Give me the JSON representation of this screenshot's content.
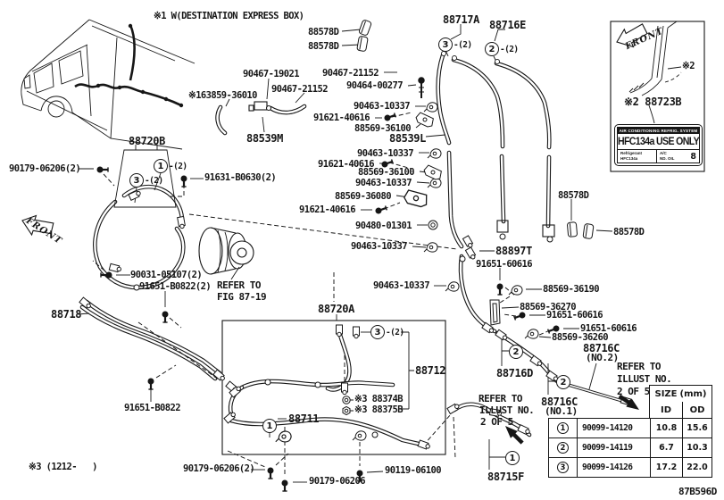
{
  "title": "※1 W(DESTINATION EXPRESS BOX)",
  "front_label": "FRONT",
  "diagram_code": "87B596D",
  "part_labels": [
    {
      "text": "※1 W(DESTINATION EXPRESS BOX)"
    },
    {
      "text": "88578D"
    },
    {
      "text": "88578D"
    },
    {
      "text": "88717A"
    },
    {
      "text": "88716E"
    },
    {
      "text": "90467-19021"
    },
    {
      "text": "90467-21152"
    },
    {
      "text": "※163859-36010"
    },
    {
      "text": "90467-21152"
    },
    {
      "text": "90464-00277"
    },
    {
      "text": "90463-10337"
    },
    {
      "text": "91621-40616"
    },
    {
      "text": "88569-36100"
    },
    {
      "text": "88539M"
    },
    {
      "text": "88539L"
    },
    {
      "text": "90463-10337"
    },
    {
      "text": "91621-40616"
    },
    {
      "text": "88569-36100"
    },
    {
      "text": "90463-10337"
    },
    {
      "text": "88569-36080"
    },
    {
      "text": "91621-40616"
    },
    {
      "text": "90480-01301"
    },
    {
      "text": "90463-10337"
    },
    {
      "text": "88720B"
    },
    {
      "text": "90179-06206(2)"
    },
    {
      "text": "91631-B0630(2)"
    },
    {
      "text": "88578D"
    },
    {
      "text": "88578D"
    },
    {
      "text": "※2"
    },
    {
      "text": "※2 88723B"
    },
    {
      "text": "88897T"
    },
    {
      "text": "91651-60616"
    },
    {
      "text": "90463-10337"
    },
    {
      "text": "88569-36190"
    },
    {
      "text": "88569-36270"
    },
    {
      "text": "91651-60616"
    },
    {
      "text": "91651-60616"
    },
    {
      "text": "88569-36260"
    },
    {
      "text": "90031-05107(2)"
    },
    {
      "text": "91651-B0822(2)"
    },
    {
      "text": "88718"
    },
    {
      "text": "88720A"
    },
    {
      "text": "88712"
    },
    {
      "text": "※3 88374B"
    },
    {
      "text": "※3 88375B"
    },
    {
      "text": "88711"
    },
    {
      "text": "91651-B0822"
    },
    {
      "text": "※3 (1212-   )"
    },
    {
      "text": "90179-06206(2)"
    },
    {
      "text": "90179-06206"
    },
    {
      "text": "90119-06100"
    },
    {
      "text": "88716D"
    },
    {
      "text": "88716C"
    },
    {
      "text": "(NO.2)"
    },
    {
      "text": "88716C"
    },
    {
      "text": "(NO.1)"
    },
    {
      "text": "88715F"
    }
  ],
  "callouts": [
    {
      "num": "3",
      "qty": "-(2)"
    },
    {
      "num": "2",
      "qty": "-(2)"
    },
    {
      "num": "1",
      "qty": "-(2)"
    },
    {
      "num": "3",
      "qty": "-(2)"
    },
    {
      "num": "3",
      "qty": "-(2)"
    },
    {
      "num": "1"
    },
    {
      "num": "2"
    },
    {
      "num": "2"
    },
    {
      "num": "1"
    }
  ],
  "refer_notes": {
    "fig": [
      "REFER TO",
      "FIG 87-19"
    ],
    "illust_left": [
      "REFER TO",
      "ILLUST NO.",
      "2 OF 5"
    ],
    "illust_right": [
      "REFER TO",
      "ILLUST NO.",
      "2 OF 5"
    ]
  },
  "sticker": {
    "header": "AIR CONDITIONING REFRIG. SYSTEM",
    "main": "HFC134a USE ONLY",
    "cell1_line1": "Refrigerant",
    "cell1_line2": "HFC134a",
    "cell2_line1": "A/C",
    "cell2_line2": "ND. OIL",
    "cell2_num": "8"
  },
  "size_table": {
    "header": "SIZE",
    "header_unit": "(mm)",
    "col_id": "ID",
    "col_od": "OD",
    "rows": [
      {
        "num": "1",
        "part": "90099-14120",
        "id": "10.8",
        "od": "15.6"
      },
      {
        "num": "2",
        "part": "90099-14119",
        "id": "6.7",
        "od": "10.3"
      },
      {
        "num": "3",
        "part": "90099-14126",
        "id": "17.2",
        "od": "22.0"
      }
    ]
  }
}
